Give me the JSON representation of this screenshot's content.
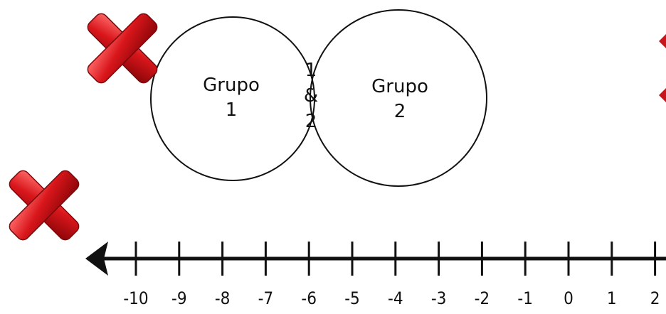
{
  "venn": {
    "left_group": {
      "line1": "Grupo",
      "line2": "1"
    },
    "right_group": {
      "line1": "Grupo",
      "line2": "2"
    },
    "overlap": {
      "line1": "1",
      "line2": "&",
      "line3": "2"
    }
  },
  "number_line": {
    "ticks": [
      "-10",
      "-9",
      "-8",
      "-7",
      "-6",
      "-5",
      "-4",
      "-3",
      "-2",
      "-1",
      "0",
      "1",
      "2"
    ]
  },
  "marks": {
    "wrong_icon_color": "#c8151b",
    "partial_marker_color": "#c8151b"
  }
}
